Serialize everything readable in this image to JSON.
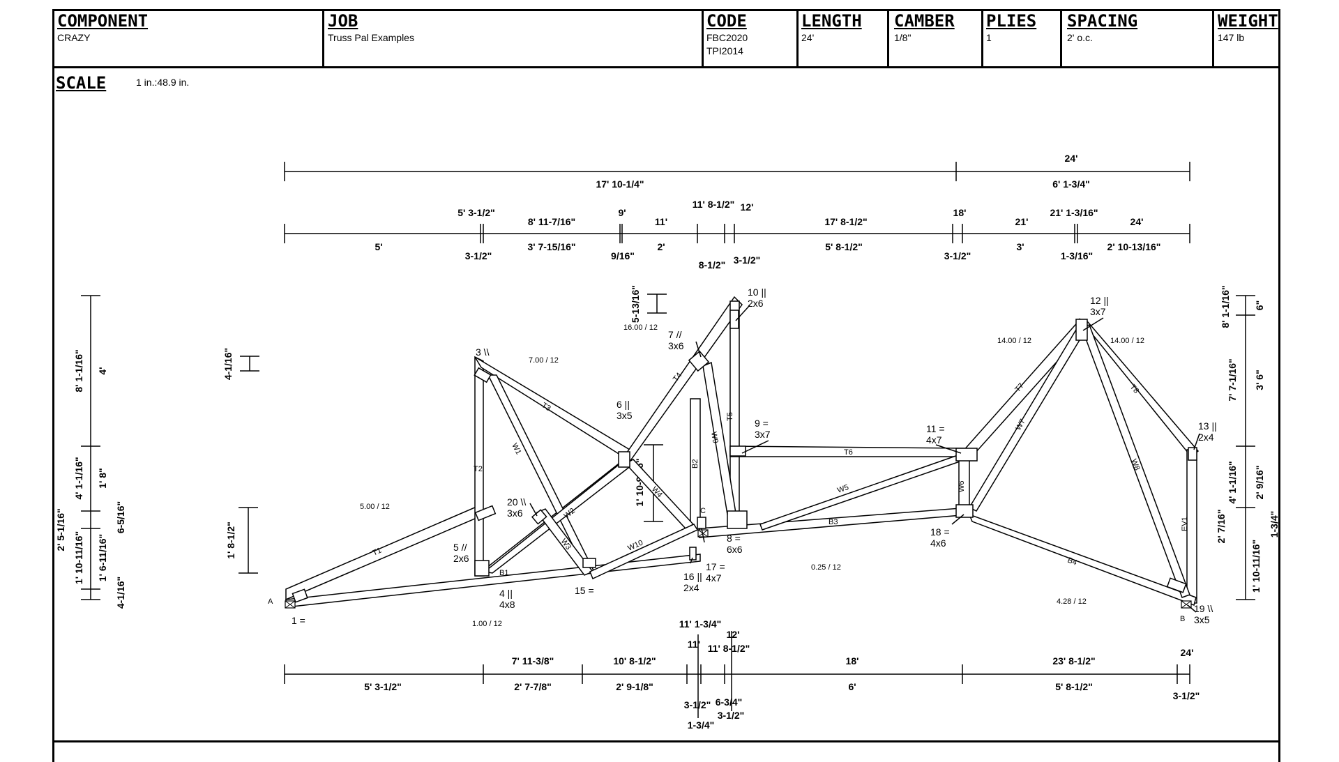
{
  "header": {
    "component_label": "COMPONENT",
    "component_value": "CRAZY",
    "job_label": "JOB",
    "job_value": "Truss Pal Examples",
    "code_label": "CODE",
    "code_value1": "FBC2020",
    "code_value2": "TPI2014",
    "length_label": "LENGTH",
    "length_value": "24'",
    "camber_label": "CAMBER",
    "camber_value": "1/8\"",
    "plies_label": "PLIES",
    "plies_value": "1",
    "spacing_label": "SPACING",
    "spacing_value": "2' o.c.",
    "weight_label": "WEIGHT",
    "weight_value": "147 lb"
  },
  "scale": {
    "label": "SCALE",
    "value": "1 in.:48.9 in."
  },
  "dims": {
    "top_overall_right": "24'",
    "top_overall_left_below": "17' 10-1/4\"",
    "top_overall_right_below": "6' 1-3/4\"",
    "top_row": [
      {
        "above": "5' 3-1/2\"",
        "below": "3-1/2\""
      },
      {
        "above": "8' 11-7/16\"",
        "below": "3' 7-15/16\""
      },
      {
        "above": "9'",
        "below": "9/16\""
      },
      {
        "above": "11'",
        "below": "2'"
      },
      {
        "above": "11' 8-1/2\"",
        "below": "8-1/2\""
      },
      {
        "above": "12'",
        "below": "3-1/2\""
      },
      {
        "above": "17' 8-1/2\"",
        "below": "5' 8-1/2\""
      },
      {
        "above": "18'",
        "below": "3-1/2\""
      },
      {
        "above": "21'",
        "below": "3'"
      },
      {
        "above": "21' 1-3/16\"",
        "below": "1-3/16\""
      },
      {
        "above": "24'",
        "below": "2' 10-13/16\""
      }
    ],
    "top_first_below": "5'",
    "bottom_row": [
      {
        "above": "",
        "below": "5' 3-1/2\""
      },
      {
        "above": "7' 11-3/8\"",
        "below": "2' 7-7/8\""
      },
      {
        "above": "10' 8-1/2\"",
        "below": "2' 9-1/8\""
      },
      {
        "above": "11' 1-3/4\"",
        "below": "3-1/2\""
      },
      {
        "above": "11'",
        "below": "1-3/4\""
      },
      {
        "above": "12'",
        "below": "6-3/4\""
      },
      {
        "above": "11' 8-1/2\"",
        "below": "3-1/2\""
      },
      {
        "above": "18'",
        "below": "6'"
      },
      {
        "above": "23' 8-1/2\"",
        "below": "5' 8-1/2\""
      },
      {
        "above": "24'",
        "below": "3-1/2\""
      }
    ],
    "left_outer": [
      "8' 1-1/16\"",
      "2' 5-1/16\""
    ],
    "left_mid": [
      "4'",
      "4' 1-1/16\"",
      "1' 10-11/16\""
    ],
    "left_inner": [
      "1' 8\"",
      "6-5/16\"",
      "1' 6-11/16\"",
      "4-1/16\""
    ],
    "left_small_a": "4-1/16\"",
    "left_small_b": "1' 8-1/2\"",
    "mid_small_a": "5-13/16\"",
    "mid_small_b": "1' 10-9/16\"",
    "right_outer": [
      "8' 1-1/16\"",
      "7' 7-1/16\"",
      "4' 1-1/16\"",
      "2' 7/16\"",
      "1' 10-11/16\""
    ],
    "right_inner": [
      "6\"",
      "3' 6\"",
      "2' 9/16\"",
      "1-3/4\""
    ]
  },
  "pitches": [
    "5.00 / 12",
    "7.00 / 12",
    "16.00 / 12",
    "14.00 / 12",
    "14.00 / 12",
    "1.00 / 12",
    "0.25 / 12",
    "4.28 / 12"
  ],
  "joints": [
    {
      "n": "1 =",
      "p": ""
    },
    {
      "n": "3 \\\\",
      "p": ""
    },
    {
      "n": "4 ||",
      "p": "4x8"
    },
    {
      "n": "5 //",
      "p": "2x6"
    },
    {
      "n": "6 ||",
      "p": "3x5"
    },
    {
      "n": "7 //",
      "p": "3x6"
    },
    {
      "n": "8 =",
      "p": "6x6"
    },
    {
      "n": "9 =",
      "p": "3x7"
    },
    {
      "n": "10 ||",
      "p": "2x6"
    },
    {
      "n": "11 =",
      "p": "4x7"
    },
    {
      "n": "12 ||",
      "p": "3x7"
    },
    {
      "n": "13 ||",
      "p": "2x4"
    },
    {
      "n": "15 =",
      "p": ""
    },
    {
      "n": "16 ||",
      "p": "2x4"
    },
    {
      "n": "17 =",
      "p": "4x7"
    },
    {
      "n": "18 =",
      "p": "4x6"
    },
    {
      "n": "19 \\\\",
      "p": "3x5"
    },
    {
      "n": "20 \\\\",
      "p": "3x6"
    }
  ],
  "supports": [
    "A",
    "B",
    "C"
  ],
  "members": [
    "T1",
    "T2",
    "T3",
    "T4",
    "T5",
    "T6",
    "T7",
    "T8",
    "EV1",
    "B1",
    "B2",
    "B3",
    "B4",
    "W1",
    "W2",
    "W3",
    "W4",
    "W5",
    "W6",
    "W7",
    "W8",
    "W9",
    "W10"
  ]
}
